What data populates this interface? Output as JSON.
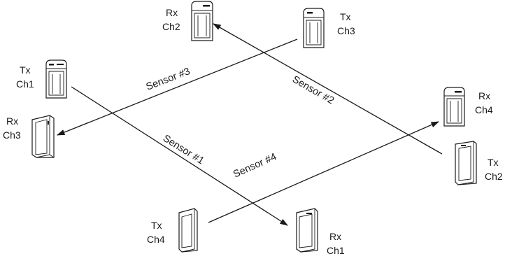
{
  "devices": [
    {
      "id": "tx-ch1",
      "role": "Tx",
      "channel": "Ch1"
    },
    {
      "id": "rx-ch1",
      "role": "Rx",
      "channel": "Ch1"
    },
    {
      "id": "tx-ch2",
      "role": "Tx",
      "channel": "Ch2"
    },
    {
      "id": "rx-ch2",
      "role": "Rx",
      "channel": "Ch2"
    },
    {
      "id": "tx-ch3",
      "role": "Tx",
      "channel": "Ch3"
    },
    {
      "id": "rx-ch3",
      "role": "Rx",
      "channel": "Ch3"
    },
    {
      "id": "tx-ch4",
      "role": "Tx",
      "channel": "Ch4"
    },
    {
      "id": "rx-ch4",
      "role": "Rx",
      "channel": "Ch4"
    }
  ],
  "beams": [
    {
      "label": "Sensor #1",
      "from": "tx-ch1",
      "to": "rx-ch1"
    },
    {
      "label": "Sensor #2",
      "from": "tx-ch2",
      "to": "rx-ch2"
    },
    {
      "label": "Sensor #3",
      "from": "tx-ch3",
      "to": "rx-ch3"
    },
    {
      "label": "Sensor #4",
      "from": "tx-ch4",
      "to": "rx-ch4"
    }
  ]
}
